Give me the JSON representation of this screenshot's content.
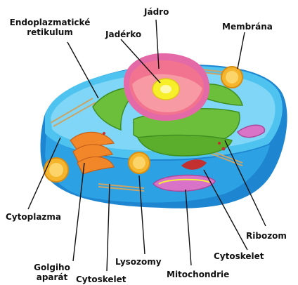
{
  "labels": {
    "jadro": "Jádro",
    "er_line1": "Endoplazmatické",
    "er_line2": "retikulum",
    "jaderko": "Jadérko",
    "membrana": "Membrána",
    "cytoplazma": "Cytoplazma",
    "ribozom": "Ribozom",
    "cytoskelet_right": "Cytoskelet",
    "lysozomy": "Lysozomy",
    "mitochondrie": "Mitochondrie",
    "golgi_line1": "Golgiho",
    "golgi_line2": "aparát",
    "cytoskelet_bottom": "Cytoskelet"
  },
  "colors": {
    "cell_outer": "#2f9fe0",
    "cell_side": "#1e86d1",
    "cell_top": "#4fc3f0",
    "cytoplasm": "#7fd6f6",
    "nucleus_envelope": "#e36aa7",
    "nucleus_inner": "#f2738f",
    "nucleolus": "#f7ef2a",
    "er_green": "#6cbf3a",
    "golgi_orange": "#f2872a",
    "lysosome": "#f5b52c",
    "mitochondria": "#d873c8",
    "ribosome_red": "#c23030",
    "fiber": "#c9a56a"
  }
}
